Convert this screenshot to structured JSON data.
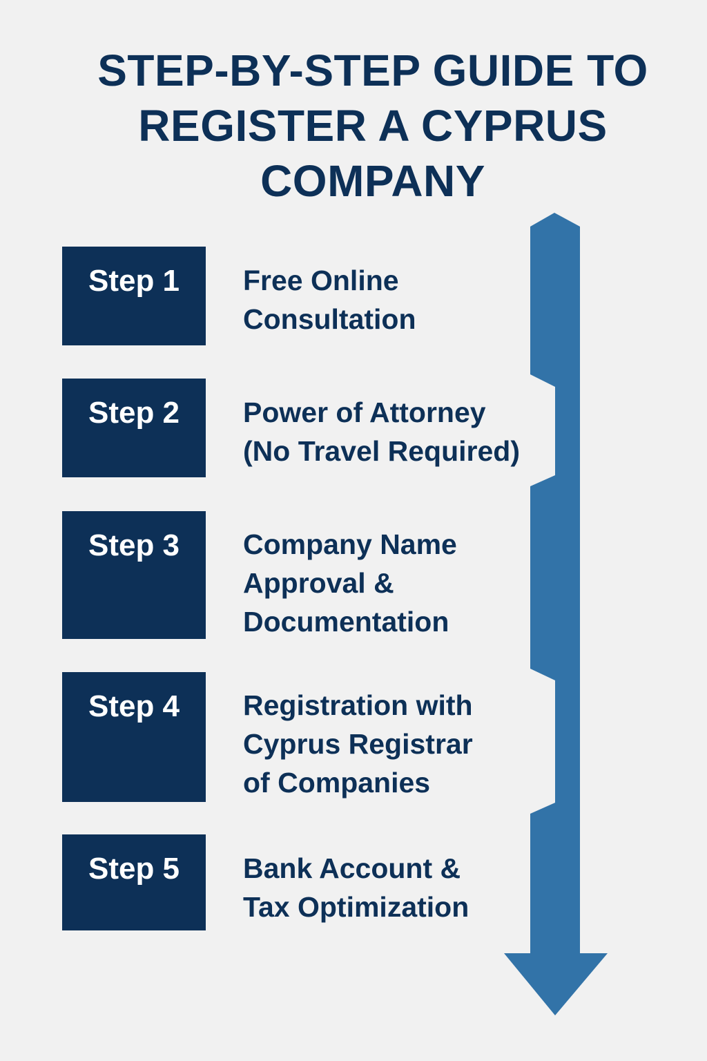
{
  "title_lines": [
    "STEP-BY-STEP GUIDE TO",
    "REGISTER A CYPRUS",
    "COMPANY"
  ],
  "steps": [
    {
      "label": "Step 1",
      "lines": [
        "Free Online",
        "Consultation"
      ]
    },
    {
      "label": "Step 2",
      "lines": [
        "Power of Attorney",
        "(No Travel Required)"
      ]
    },
    {
      "label": "Step 3",
      "lines": [
        "Company Name",
        "Approval &",
        "Documentation"
      ]
    },
    {
      "label": "Step 4",
      "lines": [
        "Registration with",
        "Cyprus Registrar",
        "of Companies"
      ]
    },
    {
      "label": "Step 5",
      "lines": [
        "Bank Account &",
        "Tax Optimization"
      ]
    }
  ],
  "colors": {
    "background": "#f1f1f1",
    "navy": "#0d3057",
    "arrow_blue": "#3273a8",
    "step_label_text": "#ffffff"
  }
}
